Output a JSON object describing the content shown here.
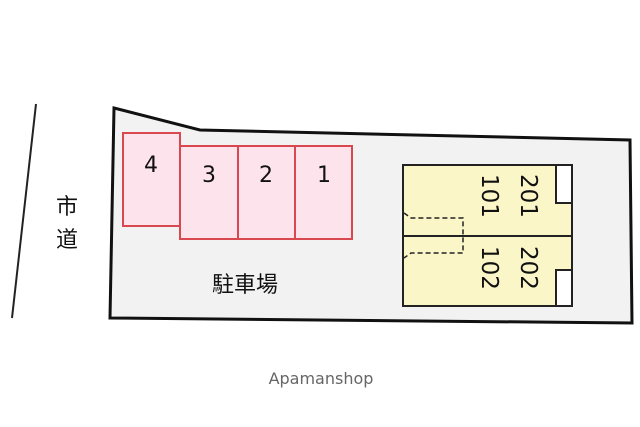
{
  "road_label": [
    "市",
    "道"
  ],
  "parking_label": "駐車場",
  "parking_spots": [
    "4",
    "3",
    "2",
    "1"
  ],
  "building_units": {
    "upper": [
      "201",
      "101"
    ],
    "lower": [
      "202",
      "102"
    ]
  },
  "watermark": "Apamanshop",
  "colors": {
    "spot_fill": "#fde4ec",
    "spot_stroke": "#d9484f",
    "building_fill": "#fbf6c8",
    "lot_fill": "#f2f2f2"
  }
}
